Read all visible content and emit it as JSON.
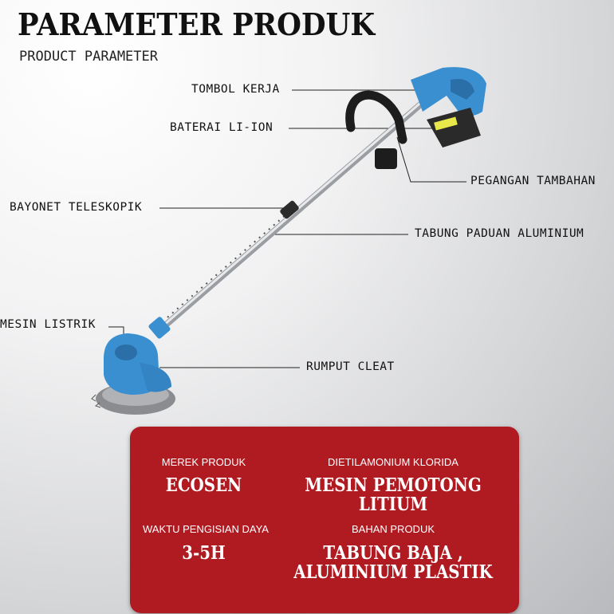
{
  "header": {
    "title": "PARAMETER PRODUK",
    "subtitle": "PRODUCT PARAMETER"
  },
  "callouts": {
    "work_button": "TOMBOL KERJA",
    "battery": "BATERAI LI-ION",
    "aux_handle": "PEGANGAN TAMBAHAN",
    "telescopic": "BAYONET TELESKOPIK",
    "tube": "TABUNG PADUAN ALUMINIUM",
    "motor": "MESIN LISTRIK",
    "cleat": "RUMPUT CLEAT"
  },
  "specs": [
    {
      "label": "MEREK PRODUK",
      "value": "ECOSEN"
    },
    {
      "label": "DIETILAMONIUM KLORIDA",
      "value": "MESIN PEMOTONG LITIUM"
    },
    {
      "label": "WAKTU PENGISIAN DAYA",
      "value": "3-5H"
    },
    {
      "label": "BAHAN PRODUK",
      "value": "TABUNG BAJA , ALUMINIUM PLASTIK"
    }
  ],
  "colors": {
    "accent": "#b01a21",
    "product_blue": "#3a8fd0"
  }
}
